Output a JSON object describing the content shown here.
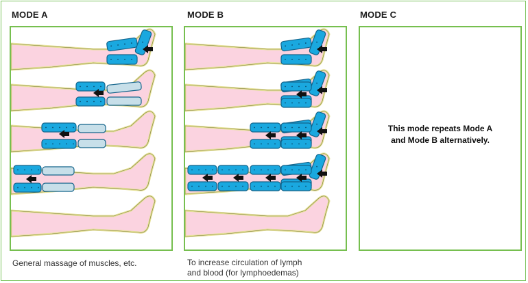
{
  "modes": [
    {
      "title": "MODE A",
      "caption": "General massage of muscles, etc."
    },
    {
      "title": "MODE B",
      "caption_line1": "To increase circulation of lymph",
      "caption_line2": "and blood (for lymphoedemas)"
    },
    {
      "title": "MODE C",
      "text_line1": "This mode repeats Mode A",
      "text_line2": "and Mode B alternatively."
    }
  ],
  "colors": {
    "frame": "#76bf4f",
    "skin": "#fbd3e0",
    "sleeve_outline": "#e7e29a",
    "cuff_active": "#1aa8df",
    "cuff_deflated": "#c7dfe9",
    "arrow": "#111111"
  },
  "icons": [
    "leg-icon",
    "arrow-left-icon"
  ]
}
